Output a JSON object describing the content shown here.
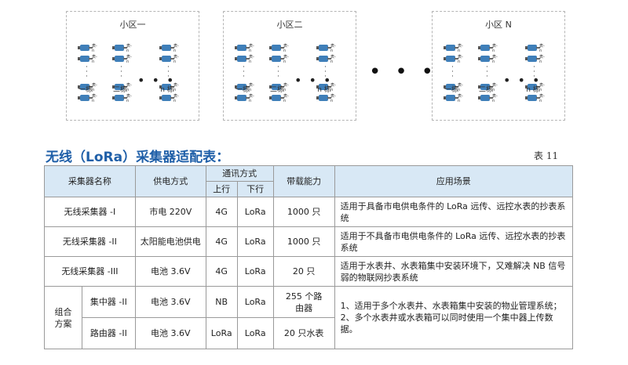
{
  "diagram": {
    "zones": [
      {
        "title": "小区一",
        "buildings": [
          "一栋",
          "二栋",
          "n 栋"
        ]
      },
      {
        "title": "小区二",
        "buildings": [
          "一栋",
          "二栋",
          "n 栋"
        ]
      },
      {
        "title": "小区 N",
        "buildings": [
          "一栋",
          "二栋",
          "n 栋"
        ]
      }
    ],
    "meter_tag": "表-n",
    "ellipsis": "• • •"
  },
  "section_title": "无线（LoRa）采集器适配表：",
  "table_number": "表 11",
  "table": {
    "headers": {
      "name": "采集器名称",
      "power": "供电方式",
      "comm": "通讯方式",
      "uplink": "上行",
      "downlink": "下行",
      "capacity": "带载能力",
      "scenario": "应用场景"
    },
    "rows": [
      {
        "name": "无线采集器 -I",
        "power": "市电 220V",
        "up": "4G",
        "down": "LoRa",
        "capacity": "1000 只",
        "scenario": "适用于具备市电供电条件的 LoRa 远传、远控水表的抄表系统"
      },
      {
        "name": "无线采集器 -II",
        "power": "太阳能电池供电",
        "up": "4G",
        "down": "LoRa",
        "capacity": "1000 只",
        "scenario": "适用于不具备市电供电条件的 LoRa 远传、远控水表的抄表系统"
      },
      {
        "name": "无线采集器 -III",
        "power": "电池 3.6V",
        "up": "4G",
        "down": "LoRa",
        "capacity": "20 只",
        "scenario": "适用于水表井、水表箱集中安装环境下，又难解决 NB 信号弱的物联网抄表系统"
      }
    ],
    "combo": {
      "label": "组合方案",
      "rows": [
        {
          "name": "集中器 -II",
          "power": "电池 3.6V",
          "up": "NB",
          "down": "LoRa",
          "capacity": "255 个路由器"
        },
        {
          "name": "路由器 -II",
          "power": "电池 3.6V",
          "up": "LoRa",
          "down": "LoRa",
          "capacity": "20 只水表"
        }
      ],
      "scenario": "1、适用于多个水表井、水表箱集中安装的物业管理系统；\n2、多个水表井或水表箱可以同时使用一个集中器上传数据。"
    }
  }
}
